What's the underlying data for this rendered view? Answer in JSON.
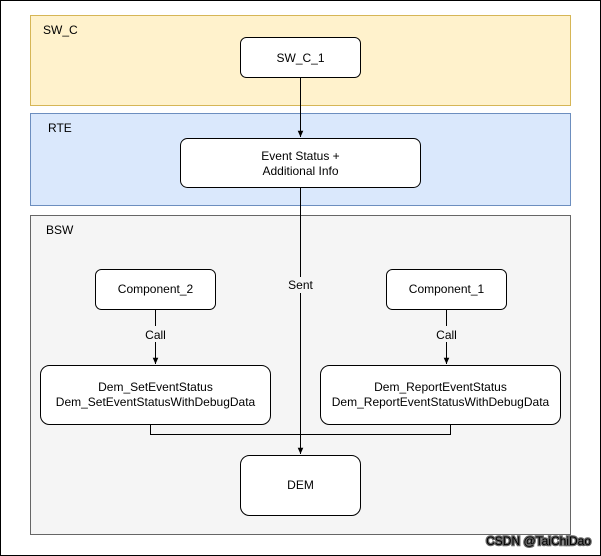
{
  "layers": {
    "swc": {
      "label": "SW_C",
      "fill": "#fff2cc",
      "stroke": "#d6b656"
    },
    "rte": {
      "label": "RTE",
      "fill": "#dae8fc",
      "stroke": "#6c8ebf"
    },
    "bsw": {
      "label": "BSW",
      "fill": "#f5f5f5",
      "stroke": "#666666"
    }
  },
  "nodes": {
    "sw_c_1": {
      "label": "SW_C_1"
    },
    "event_status": {
      "line1": "Event Status +",
      "line2": "Additional Info"
    },
    "component_2": {
      "label": "Component_2"
    },
    "component_1": {
      "label": "Component_1"
    },
    "dem_set": {
      "line1": "Dem_SetEventStatus",
      "line2": "Dem_SetEventStatusWithDebugData"
    },
    "dem_report": {
      "line1": "Dem_ReportEventStatus",
      "line2": "Dem_ReportEventStatusWithDebugData"
    },
    "dem": {
      "label": "DEM"
    }
  },
  "edge_labels": {
    "sent": "Sent",
    "call_left": "Call",
    "call_right": "Call"
  },
  "watermark": "CSDN @TaiChiDao",
  "colors": {
    "node_fill": "#ffffff",
    "node_stroke": "#000000",
    "edge": "#000000",
    "border": "#000000",
    "watermark_fill": "#ffffff",
    "watermark_stroke": "#666666"
  }
}
